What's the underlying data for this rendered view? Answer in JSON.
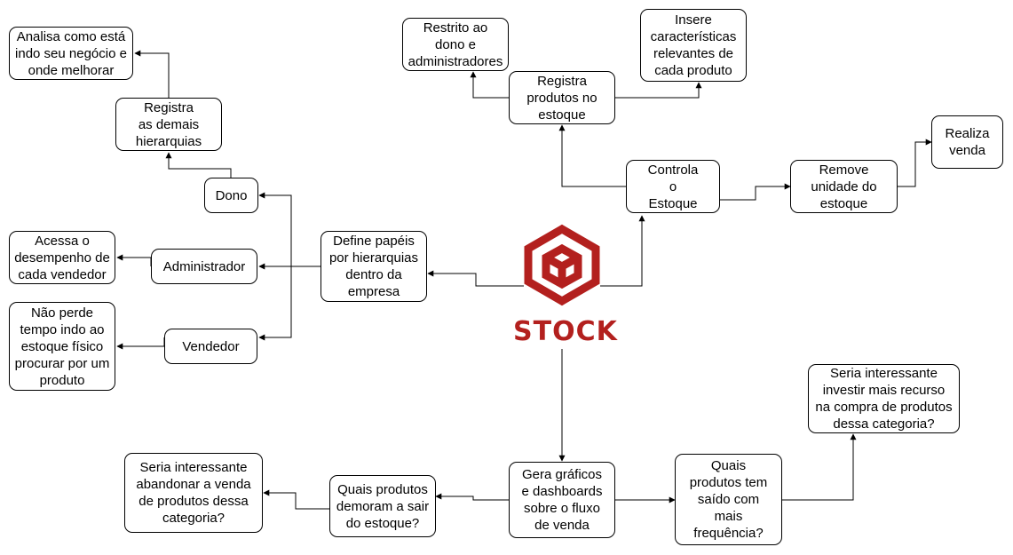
{
  "colors": {
    "brand": "#b3201e",
    "line": "#000000"
  },
  "logo": {
    "icon": "stock-box-icon",
    "text": "STOCK"
  },
  "nodes": {
    "dono": "Dono",
    "registra_hierarquias": "Registra\nas demais\nhierarquias",
    "analisa": "Analisa como está\nindo seu negócio e\nonde melhorar",
    "administrador": "Administrador",
    "acessa": "Acessa o\ndesempenho de\ncada vendedor",
    "vendedor": "Vendedor",
    "nao_perde": "Não perde\ntempo indo ao\nestoque físico\nprocurar por um\nproduto",
    "define_papeis": "Define papéis\npor hierarquias\ndentro da\nempresa",
    "controla_estoque": "Controla\no\nEstoque",
    "registra_produtos": "Registra\nprodutos no\nestoque",
    "restrito": "Restrito ao\ndono e\nadministradores",
    "insere": "Insere\ncaracterísticas\nrelevantes de\ncada produto",
    "remove": "Remove\nunidade do\nestoque",
    "realiza_venda": "Realiza\nvenda",
    "gera_graficos": "Gera gráficos\ne dashboards\nsobre o fluxo\nde venda",
    "quais_demoram": "Quais produtos\ndemoram a sair\ndo estoque?",
    "abandonar": "Seria interessante\nabandonar a venda\nde produtos dessa\ncategoria?",
    "quais_saido": "Quais\nprodutos tem\nsaído com\nmais\nfrequência?",
    "investir": "Seria interessante\ninvestir mais recurso\nna compra de produtos\ndessa categoria?"
  }
}
